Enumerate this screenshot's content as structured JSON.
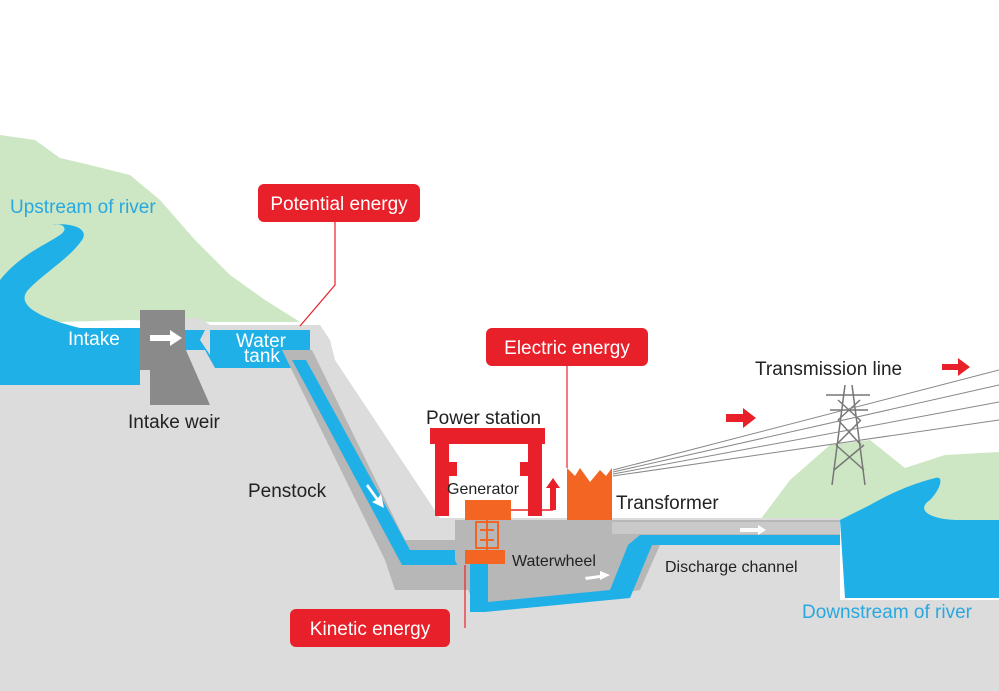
{
  "labels": {
    "upstream": "Upstream of river",
    "downstream": "Downstream of river",
    "intake": "Intake",
    "intake_weir": "Intake weir",
    "water_tank": [
      "Water",
      "tank"
    ],
    "penstock": "Penstock",
    "power_station": "Power station",
    "generator": "Generator",
    "waterwheel": "Waterwheel",
    "transformer": "Transformer",
    "transmission_line": "Transmission line",
    "discharge_channel": "Discharge channel"
  },
  "energy_badges": {
    "potential": "Potential energy",
    "electric": "Electric energy",
    "kinetic": "Kinetic energy"
  },
  "colors": {
    "water": "#1fb0e8",
    "ground": "#dcdcdc",
    "hills": "#cde7c4",
    "badge": "#e8202a",
    "station": "#e8202a",
    "machine": "#f26522",
    "text_blue": "#29a8e0"
  }
}
